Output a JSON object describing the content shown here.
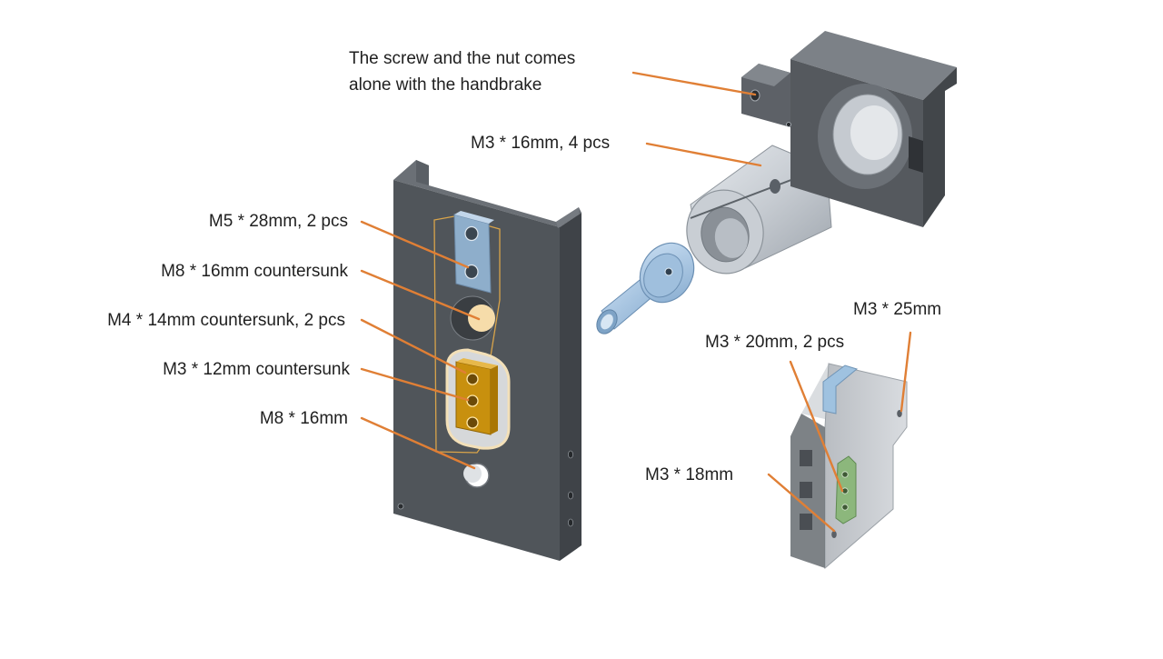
{
  "labels": {
    "screw_nut_line1": "The screw and the nut comes",
    "screw_nut_line2": "alone with the handbrake",
    "m3_16": "M3 * 16mm, 4 pcs",
    "m5_28": "M5 * 28mm, 2 pcs",
    "m8_16_countersunk": "M8 * 16mm countersunk",
    "m4_14_countersunk": "M4 * 14mm countersunk, 2 pcs",
    "m3_12_countersunk": "M3 * 12mm countersunk",
    "m8_16": "M8 * 16mm",
    "m3_25": "M3 * 25mm",
    "m3_20": "M3 * 20mm, 2 pcs",
    "m3_18": "M3 * 18mm"
  },
  "colors": {
    "leader": "#e07f35",
    "plate_dark": "#4f5358",
    "plate_side": "#3e4246",
    "plate_top": "#6a6f75",
    "part_blue": "#a9c9e6",
    "part_light": "#d6dce2",
    "highlight_gold": "#d49a12",
    "highlight_blue": "#9bb9d6",
    "highlight_green": "#8fb87f"
  }
}
